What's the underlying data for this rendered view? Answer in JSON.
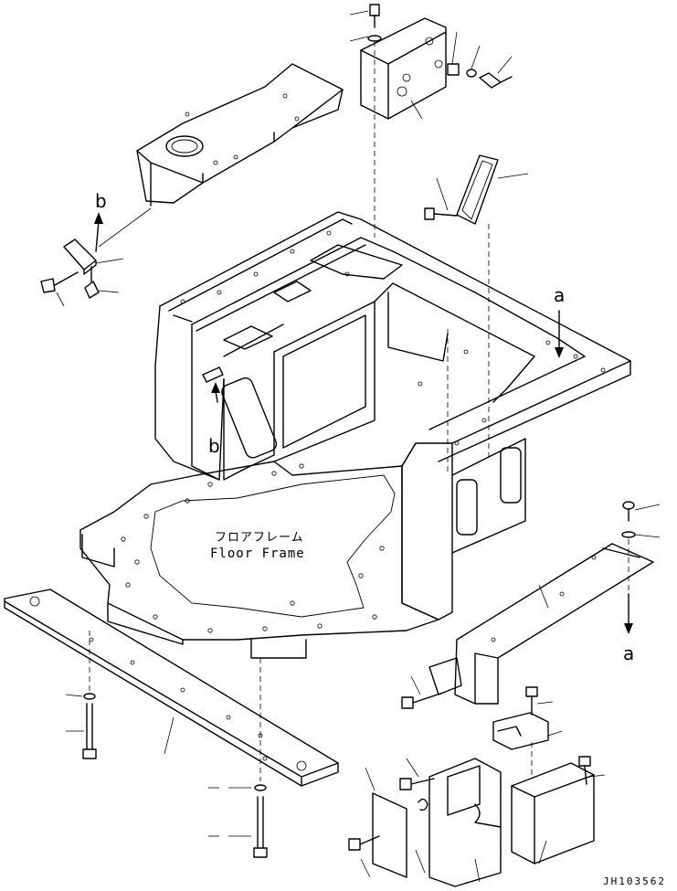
{
  "labels": {
    "floor_frame_jp": "フロアフレーム",
    "floor_frame_en": "Floor Frame",
    "ref_a_top": "a",
    "ref_a_bottom": "a",
    "ref_b_top": "b",
    "ref_b_bottom": "b",
    "drawing_code": "JH103562"
  }
}
